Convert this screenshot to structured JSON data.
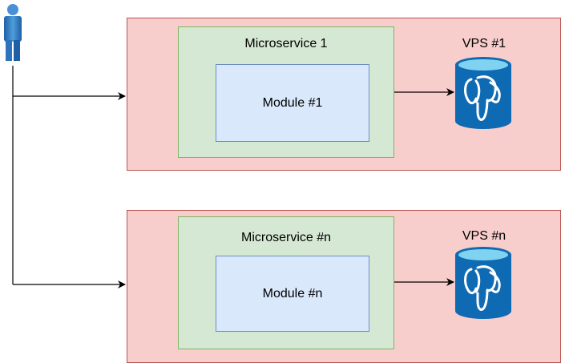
{
  "diagram": {
    "groups": [
      {
        "microservice_label": "Microservice 1",
        "module_label": "Module #1",
        "vps_label": "VPS #1"
      },
      {
        "microservice_label": "Microservice #n",
        "module_label": "Module #n",
        "vps_label": "VPS #n"
      }
    ],
    "icons": {
      "user": "user-icon",
      "database": "postgresql-database-icon"
    },
    "colors": {
      "server_fill": "#f8cecc",
      "server_stroke": "#b85450",
      "microservice_fill": "#d5e8d4",
      "microservice_stroke": "#82b366",
      "module_fill": "#dae8fc",
      "module_stroke": "#6c8ebf",
      "db_blue": "#0f6ab4",
      "db_top": "#7fd3f0"
    }
  }
}
